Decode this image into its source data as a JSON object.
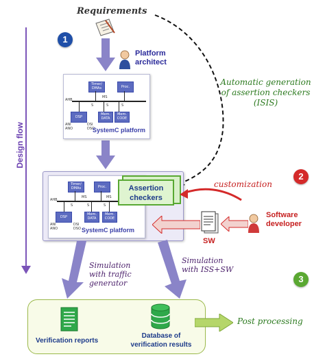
{
  "requirements": "Requirements",
  "design_flow": "Design flow",
  "platform_architect": [
    "Platform",
    "architect"
  ],
  "auto_gen": [
    "Automatic generation",
    "of assertion checkers",
    "(ISIS)"
  ],
  "steps": [
    "1",
    "2",
    "3"
  ],
  "systemc_platform": "SystemC platform",
  "assertion_checkers": [
    "Assertion",
    "checkers"
  ],
  "customization": "customization",
  "software_developer": [
    "Software",
    "developer"
  ],
  "sw": "SW",
  "sim_traffic": [
    "Simulation",
    "with traffic",
    "generator"
  ],
  "sim_iss": [
    "Simulation",
    "with ISS+SW"
  ],
  "verification_reports": "Verification reports",
  "database": [
    "Database of",
    "verification results"
  ],
  "post_processing": "Post processing",
  "blocks": {
    "timer": [
      "Timer/",
      "DMAs"
    ],
    "proc": "Proc.",
    "dsp": "DSP",
    "mem_data": [
      "Mem.",
      "DATA"
    ],
    "mem_code": [
      "Mem.",
      "CODE"
    ],
    "ahb": "AHB",
    "ms": "MS",
    "s": "S",
    "ani_ano": [
      "ANI",
      "ANO"
    ],
    "dsi_dso": [
      "DSI",
      "DSO"
    ]
  },
  "colors": {
    "arrow_purple": "#8a84c8",
    "badge_blue": "#1f4fa8",
    "badge_red": "#d42a2a",
    "badge_green": "#5aa832",
    "green_text": "#2c7a1f",
    "purple_text": "#4a1f6a",
    "red_text": "#c62020"
  }
}
